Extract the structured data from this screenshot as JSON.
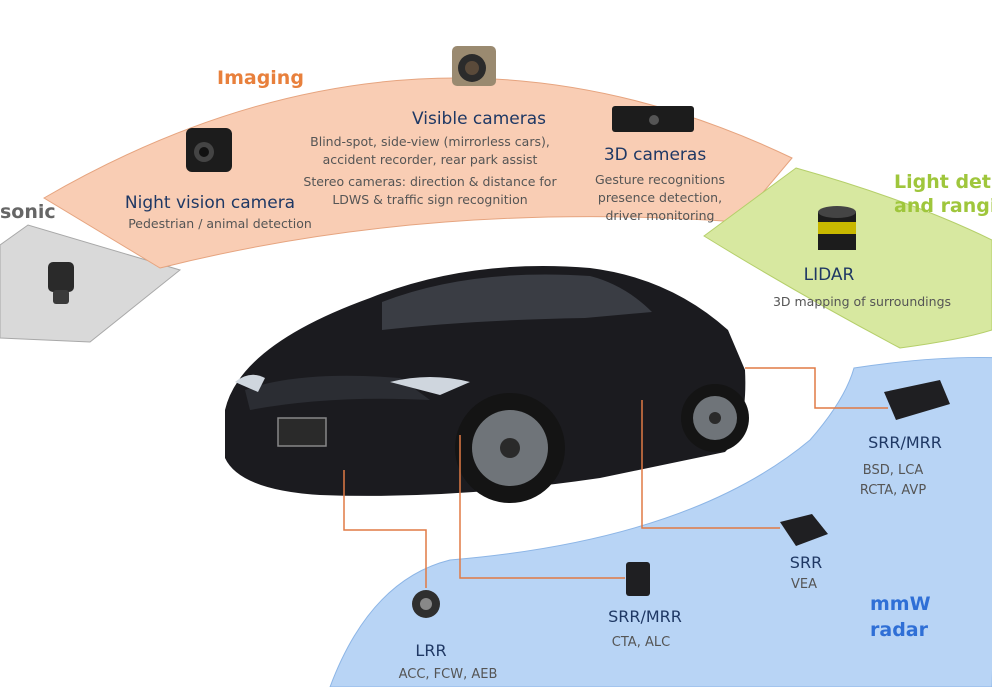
{
  "sections": {
    "imaging": "Imaging",
    "ultrasonic_partial": "sonic",
    "light_partial_1": "Light det",
    "light_partial_2": "and rangi",
    "radar_1": "mmW",
    "radar_2": "radar"
  },
  "imaging": {
    "visible": {
      "title": "Visible cameras",
      "lines": [
        "Blind-spot, side-view (mirrorless cars),",
        "accident recorder, rear park assist",
        "Stereo cameras: direction & distance for",
        "LDWS & traffic sign recognition"
      ]
    },
    "night": {
      "title": "Night vision camera",
      "desc": "Pedestrian / animal detection"
    },
    "three_d": {
      "title": "3D cameras",
      "lines": [
        "Gesture recognitions",
        "presence detection,",
        "driver monitoring"
      ]
    }
  },
  "lidar": {
    "title": "LIDAR",
    "desc": "3D mapping of surroundings"
  },
  "radar": {
    "srr_mrr_right": {
      "title": "SRR/MRR",
      "desc1": "BSD, LCA",
      "desc2": "RCTA, AVP"
    },
    "srr": {
      "title": "SRR",
      "desc": "VEA"
    },
    "srr_mrr_bottom": {
      "title": "SRR/MRR",
      "desc": "CTA, ALC"
    },
    "lrr": {
      "title": "LRR",
      "desc": "ACC, FCW, AEB"
    }
  },
  "colors": {
    "imaging_band": "#f9cdb4",
    "lidar_band": "#d7e8a0",
    "radar_band": "#b8d4f5",
    "ultrasonic_band": "#d9d9d9",
    "connector": "#e07a45"
  }
}
